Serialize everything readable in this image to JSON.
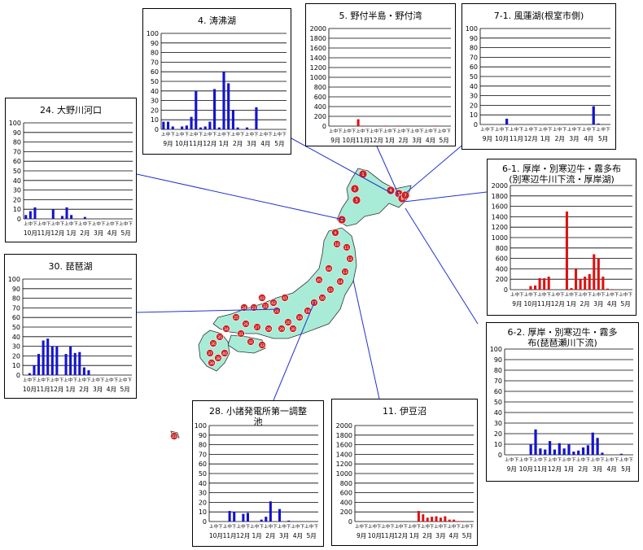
{
  "colors": {
    "blue": "#1414cc",
    "red": "#dd1111",
    "map_fill": "#a8ecd8",
    "map_stroke": "#333333",
    "line": "#2233cc",
    "marker": "#cc2222"
  },
  "half_month_labels": [
    "上",
    "中",
    "下"
  ],
  "chart_data": [
    {
      "id": "p4",
      "title": "4. 涛沸湖",
      "type": "bar",
      "color": "blue",
      "ylim": [
        0,
        100
      ],
      "yticks": [
        0,
        10,
        20,
        30,
        40,
        50,
        60,
        70,
        80,
        90,
        100
      ],
      "months": [
        "9月",
        "10月",
        "11月",
        "12月",
        "1月",
        "2月",
        "3月",
        "4月",
        "5月"
      ],
      "values": [
        8,
        8,
        3,
        0,
        3,
        4,
        13,
        40,
        2,
        3,
        8,
        42,
        2,
        60,
        48,
        20,
        2,
        0,
        2,
        0,
        23,
        0,
        0,
        0,
        0,
        0,
        0
      ]
    },
    {
      "id": "p5",
      "title": "5. 野付半島・野付湾",
      "type": "bar",
      "color": "red",
      "ylim": [
        0,
        2000
      ],
      "yticks": [
        0,
        200,
        400,
        600,
        800,
        1000,
        1200,
        1400,
        1600,
        1800,
        2000
      ],
      "months": [
        "9月",
        "10月",
        "11月",
        "12月",
        "1月",
        "2月",
        "3月",
        "4月",
        "5月"
      ],
      "values": [
        0,
        0,
        0,
        0,
        0,
        0,
        140,
        10,
        0,
        0,
        0,
        0,
        10,
        0,
        0,
        10,
        0,
        0,
        0,
        0,
        0,
        0,
        0,
        10,
        0,
        0,
        0
      ]
    },
    {
      "id": "p71",
      "title": "7-1. 風蓮湖(根室市側)",
      "type": "bar",
      "color": "blue",
      "ylim": [
        0,
        100
      ],
      "yticks": [
        0,
        10,
        20,
        30,
        40,
        50,
        60,
        70,
        80,
        90,
        100
      ],
      "months": [
        "9月",
        "10月",
        "11月",
        "12月",
        "1月",
        "2月",
        "3月",
        "4月",
        "5月"
      ],
      "values": [
        0,
        0,
        0,
        0,
        0,
        6,
        0,
        0,
        0,
        0,
        0,
        0,
        0,
        0,
        0,
        0,
        0,
        0,
        0,
        0,
        0,
        0,
        0,
        19,
        1,
        0,
        0
      ]
    },
    {
      "id": "p24",
      "title": "24. 大野川河口",
      "type": "bar",
      "color": "blue",
      "ylim": [
        0,
        100
      ],
      "yticks": [
        0,
        10,
        20,
        30,
        40,
        50,
        60,
        70,
        80,
        90,
        100
      ],
      "months": [
        "10月",
        "11月",
        "12月",
        "1月",
        "2月",
        "3月",
        "4月",
        "5月"
      ],
      "values": [
        4,
        8,
        12,
        0,
        0,
        0,
        10,
        0,
        3,
        12,
        4,
        0,
        0,
        2,
        0,
        0,
        0,
        0,
        0,
        0,
        0,
        0,
        0,
        0
      ]
    },
    {
      "id": "p61",
      "title": "6-1. 厚岸・別寒辺牛・霧多布\n(別寒辺牛川下流・厚岸湖)",
      "type": "bar",
      "color": "red",
      "ylim": [
        0,
        2000
      ],
      "yticks": [
        0,
        200,
        400,
        600,
        800,
        1000,
        1200,
        1400,
        1600,
        1800,
        2000
      ],
      "months": [
        "9月",
        "10月",
        "11月",
        "12月",
        "1月",
        "2月",
        "3月",
        "4月",
        "5月"
      ],
      "values": [
        0,
        0,
        0,
        0,
        70,
        80,
        220,
        220,
        250,
        0,
        0,
        0,
        1500,
        30,
        400,
        200,
        250,
        300,
        680,
        600,
        250,
        20,
        10,
        0,
        0,
        0,
        0
      ]
    },
    {
      "id": "p30",
      "title": "30. 琵琶湖",
      "type": "bar",
      "color": "blue",
      "ylim": [
        0,
        100
      ],
      "yticks": [
        0,
        10,
        20,
        30,
        40,
        50,
        60,
        70,
        80,
        90,
        100
      ],
      "months": [
        "10月",
        "11月",
        "12月",
        "1月",
        "2月",
        "3月",
        "4月",
        "5月"
      ],
      "values": [
        0,
        2,
        10,
        22,
        36,
        38,
        30,
        30,
        0,
        22,
        30,
        23,
        24,
        8,
        5,
        0,
        0,
        0,
        0,
        0,
        0,
        0,
        0,
        0
      ]
    },
    {
      "id": "p62",
      "title": "6-2. 厚岸・別寒辺牛・霧多\n布(琵琶瀬川下流)",
      "type": "bar",
      "color": "blue",
      "ylim": [
        0,
        100
      ],
      "yticks": [
        0,
        10,
        20,
        30,
        40,
        50,
        60,
        70,
        80,
        90,
        100
      ],
      "months": [
        "9月",
        "10月",
        "11月",
        "12月",
        "1月",
        "2月",
        "3月",
        "4月",
        "5月"
      ],
      "values": [
        0,
        0,
        0,
        0,
        0,
        10,
        24,
        6,
        5,
        13,
        5,
        11,
        6,
        10,
        3,
        4,
        7,
        9,
        21,
        16,
        2,
        0,
        0,
        0,
        1,
        0,
        0
      ]
    },
    {
      "id": "p28",
      "title": "28. 小諸発電所第一調整\n池",
      "type": "bar",
      "color": "blue",
      "ylim": [
        0,
        100
      ],
      "yticks": [
        0,
        10,
        20,
        30,
        40,
        50,
        60,
        70,
        80,
        90,
        100
      ],
      "months": [
        "10月",
        "11月",
        "12月",
        "1月",
        "2月",
        "3月",
        "4月",
        "5月"
      ],
      "values": [
        0,
        0,
        0,
        0,
        11,
        10,
        0,
        8,
        9,
        0,
        0,
        2,
        5,
        21,
        0,
        13,
        0,
        1,
        0,
        0,
        0,
        0,
        0,
        0
      ]
    },
    {
      "id": "p11",
      "title": "11. 伊豆沼",
      "type": "bar",
      "color": "red",
      "ylim": [
        0,
        2000
      ],
      "yticks": [
        0,
        200,
        400,
        600,
        800,
        1000,
        1200,
        1400,
        1600,
        1800,
        2000
      ],
      "months": [
        "9月",
        "10月",
        "11月",
        "12月",
        "1月",
        "2月",
        "3月",
        "4月",
        "5月"
      ],
      "values": [
        0,
        0,
        0,
        0,
        0,
        0,
        0,
        0,
        0,
        0,
        0,
        0,
        0,
        0,
        220,
        150,
        80,
        100,
        110,
        80,
        110,
        40,
        40,
        10,
        10,
        0,
        0
      ]
    }
  ],
  "map_markers": {
    "hokkaido": [
      "1",
      "2",
      "3",
      "4",
      "5",
      "6",
      "7",
      "8"
    ],
    "honshu": [
      "9",
      "10",
      "11",
      "12",
      "13",
      "14",
      "15",
      "16",
      "17",
      "18",
      "19",
      "20",
      "21",
      "22",
      "23",
      "24",
      "25",
      "26",
      "27",
      "28",
      "29",
      "30",
      "31",
      "32",
      "33",
      "34",
      "35",
      "36",
      "37",
      "38",
      "39",
      "40",
      "41",
      "42",
      "43",
      "44",
      "45"
    ],
    "okinawa": "23"
  }
}
